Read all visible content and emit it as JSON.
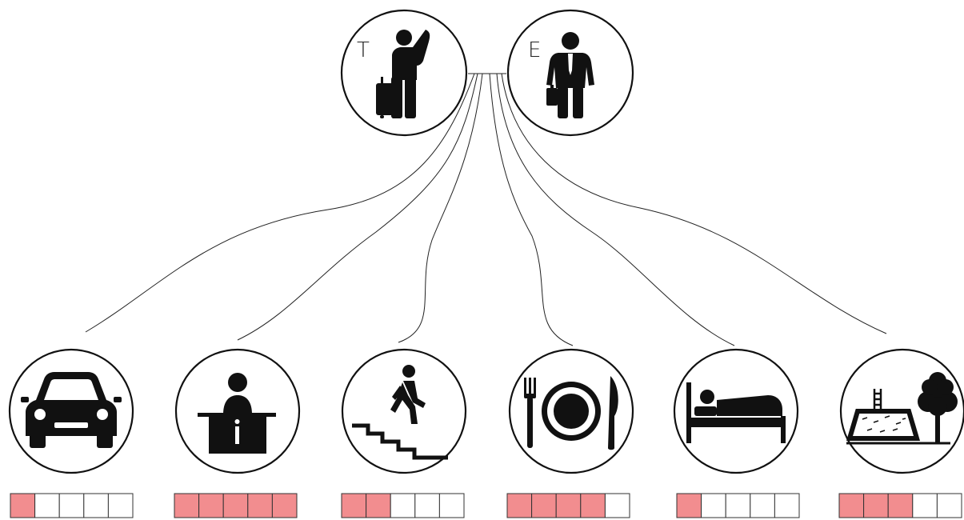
{
  "colors": {
    "rating_filled": "#f28d8f",
    "rating_empty": "#ffffff",
    "ink": "#111111"
  },
  "actors": [
    {
      "letter": "T",
      "icon": "traveler-with-suitcase-icon"
    },
    {
      "letter": "E",
      "icon": "employee-with-briefcase-icon"
    }
  ],
  "services": [
    {
      "icon": "car-icon",
      "rating": 1,
      "scale": 5
    },
    {
      "icon": "information-desk-icon",
      "rating": 5,
      "scale": 5
    },
    {
      "icon": "person-climbing-stairs-icon",
      "rating": 2,
      "scale": 5
    },
    {
      "icon": "plate-fork-knife-icon",
      "rating": 4,
      "scale": 5
    },
    {
      "icon": "person-in-bed-icon",
      "rating": 1,
      "scale": 5
    },
    {
      "icon": "pool-and-tree-icon",
      "rating": 3,
      "scale": 5
    }
  ]
}
